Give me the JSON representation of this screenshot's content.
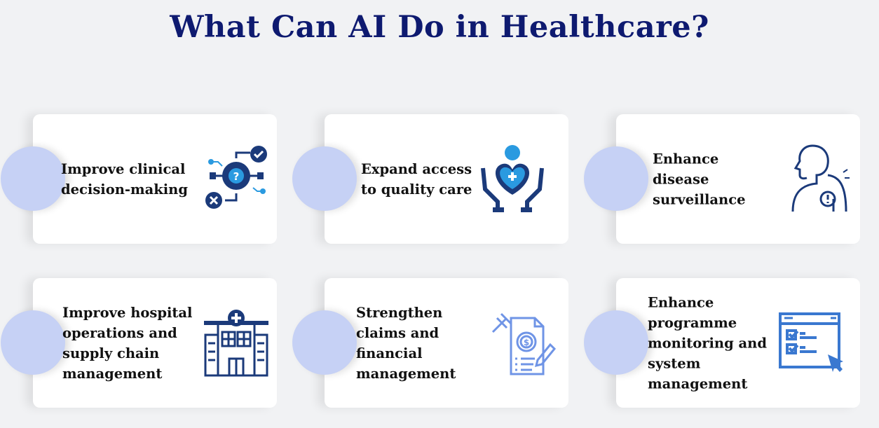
{
  "title": "What Can AI Do in Healthcare?",
  "cards": [
    {
      "label": "Improve clinical decision-making",
      "icon": "decision-gear-icon"
    },
    {
      "label": "Expand access to quality care",
      "icon": "care-hands-heart-icon"
    },
    {
      "label": "Enhance disease surveillance",
      "icon": "patient-alert-icon"
    },
    {
      "label": "Improve hospital operations and supply chain management",
      "icon": "hospital-icon"
    },
    {
      "label": "Strengthen claims and financial management",
      "icon": "claims-document-icon"
    },
    {
      "label": "Enhance programme monitoring and system management",
      "icon": "monitoring-checklist-icon"
    }
  ],
  "colors": {
    "title": "#0e1a70",
    "knob": "#c6d1f5",
    "navy": "#1b3a7a",
    "blue": "#3a78d0",
    "light_blue": "#6f94e6"
  }
}
